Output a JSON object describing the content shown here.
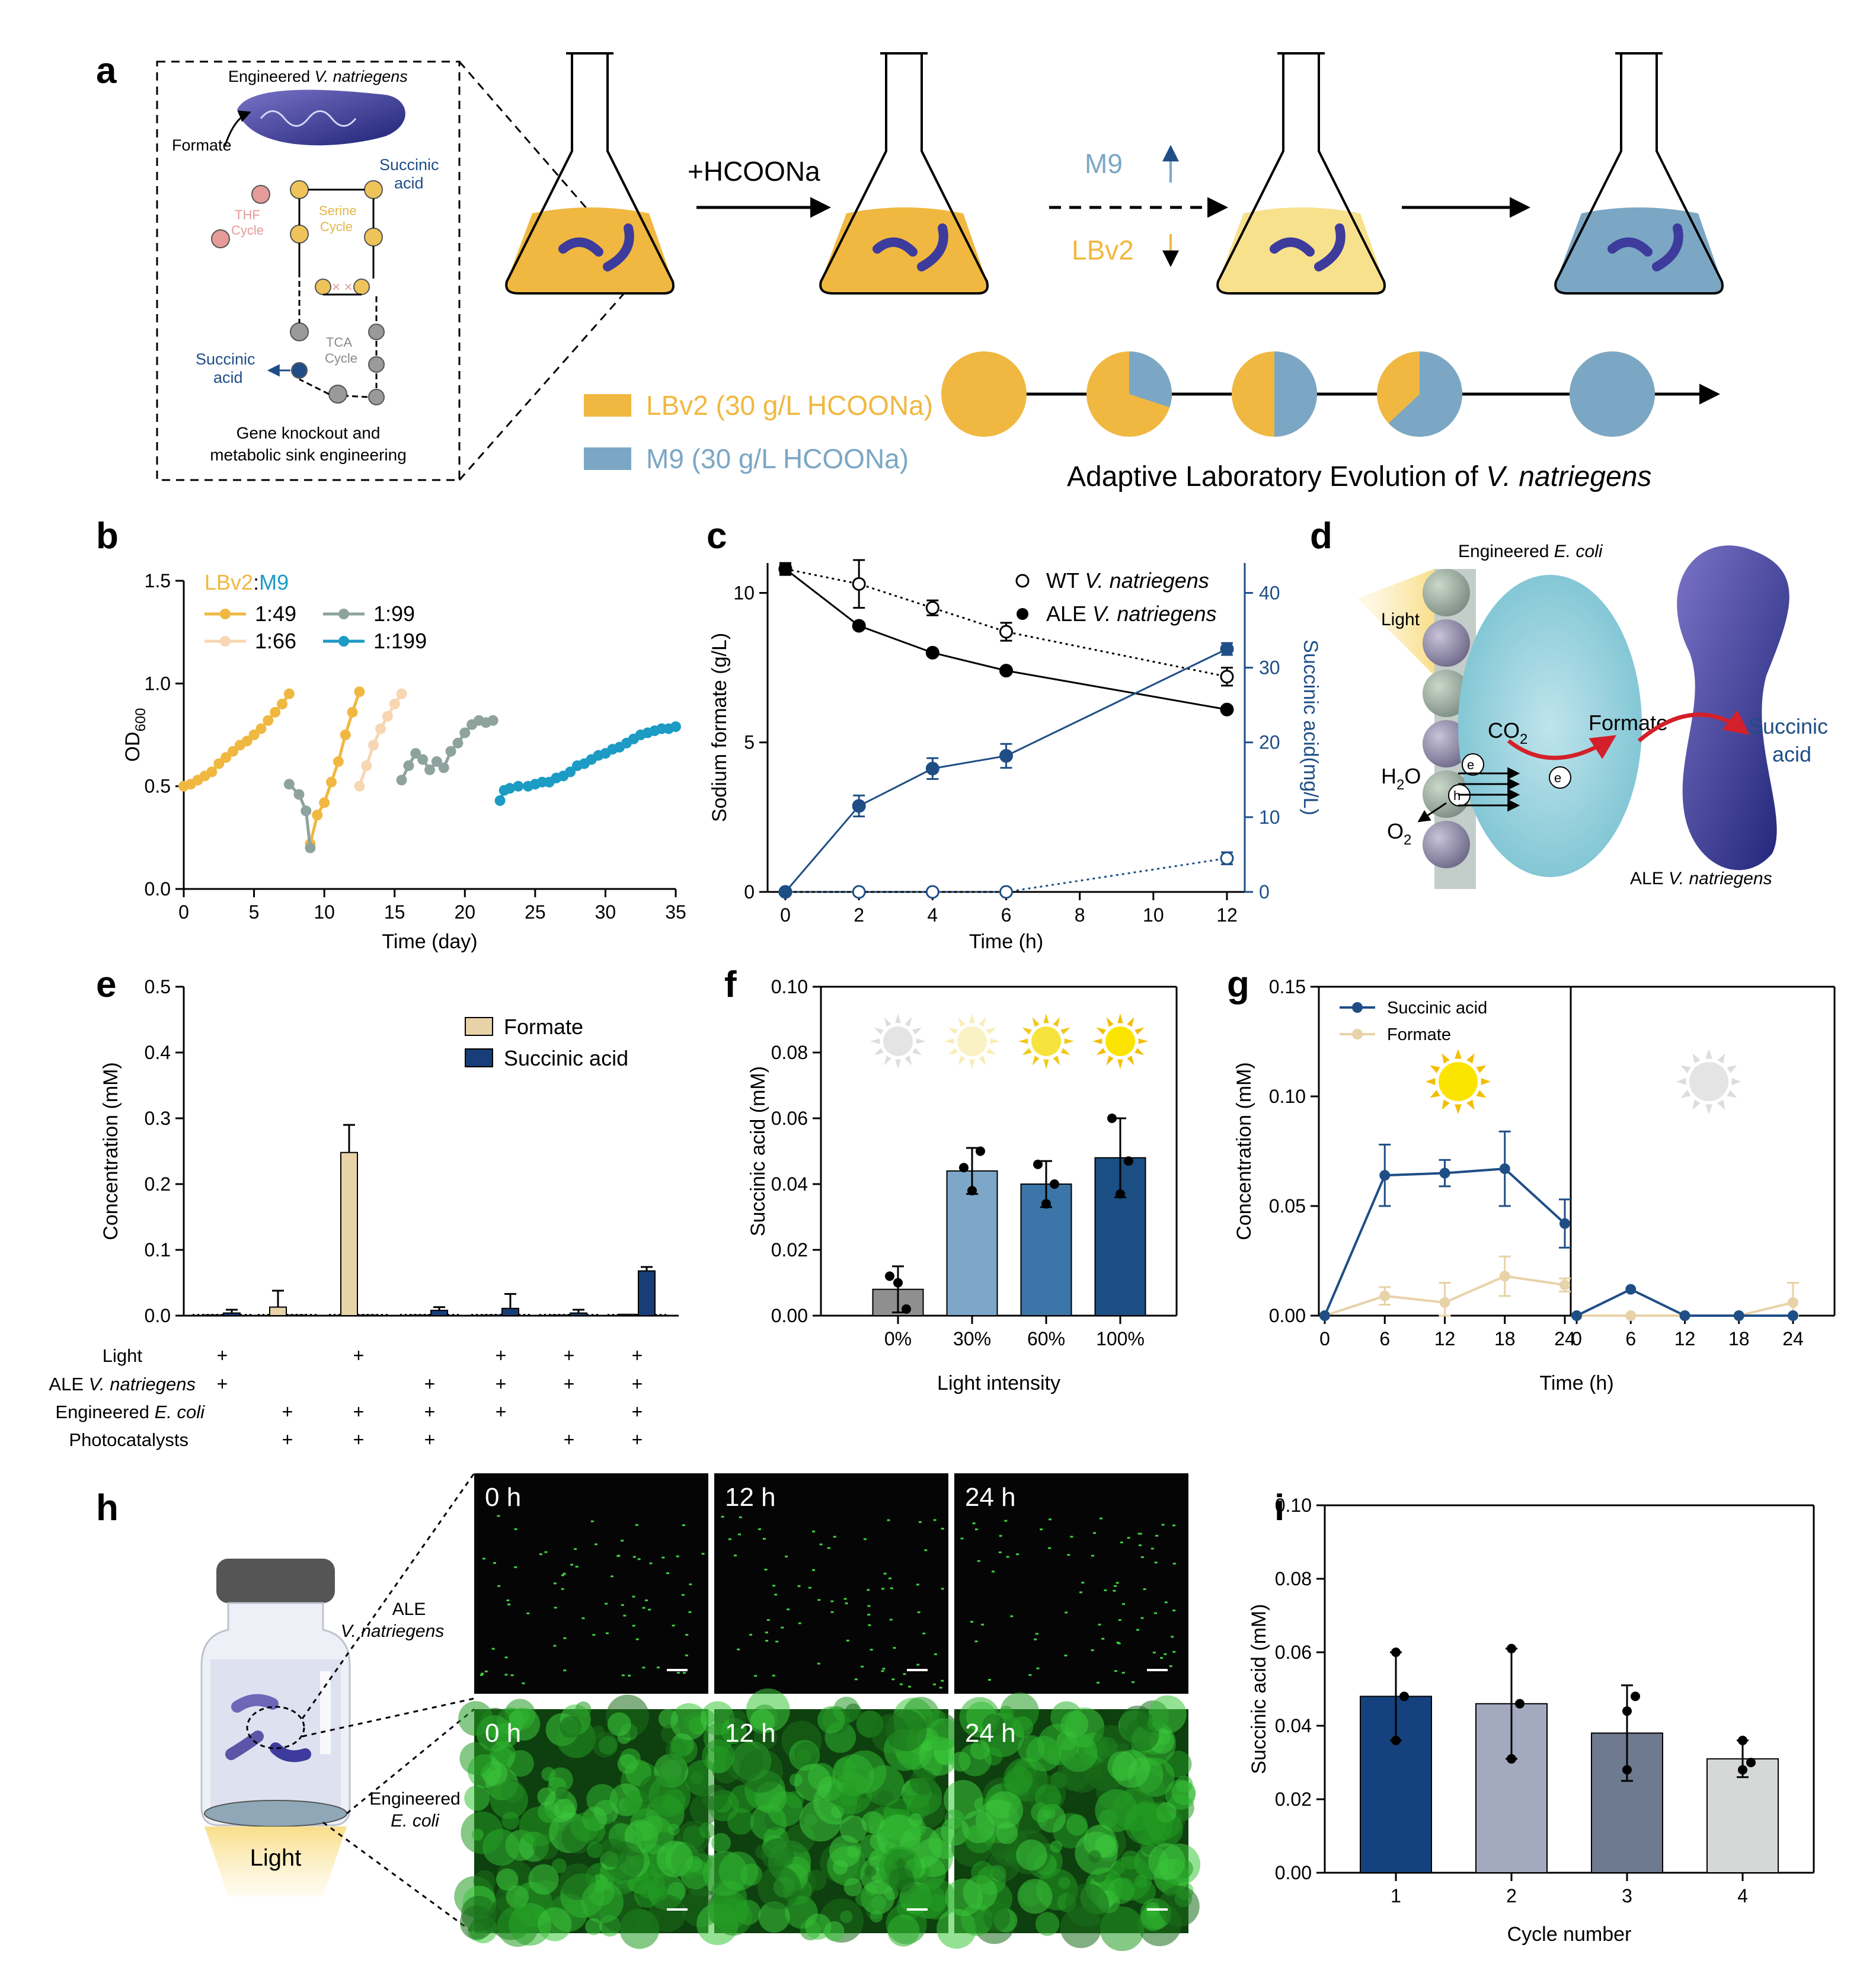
{
  "colors": {
    "lbv2": "#F0B841",
    "m9": "#7BA7C5",
    "gray": "#8FA39E",
    "cyan": "#1C9BC4",
    "pale": "#F7D6B3",
    "navy": "#1F4E86",
    "tan": "#E8D2A8",
    "dark_navy": "#173E78"
  },
  "a": {
    "panel": "a",
    "inset_title_pre": "Engineered",
    "inset_title_it": "V. natriegens",
    "formate": "Formate",
    "succinic1": "Succinic",
    "succinic1b": "acid",
    "thf1": "THF",
    "thf2": "Cycle",
    "serine1": "Serine",
    "serine2": "Cycle",
    "tca1": "TCA",
    "tca2": "Cycle",
    "succinic2": "Succinic",
    "succinic2b": "acid",
    "caption1": "Gene knockout and",
    "caption2": "metabolic sink engineering",
    "hcoona": "+HCOONa",
    "m9": "M9",
    "lbv2": "LBv2",
    "legend_lbv2": "LBv2 (30 g/L HCOONa)",
    "legend_m9": "M9   (30 g/L HCOONa)",
    "ale_title_pre": "Adaptive Laboratory Evolution of ",
    "ale_title_it": "V. natriegens",
    "pie_m9_fraction": [
      0,
      0.3,
      0.5,
      0.63,
      1
    ]
  },
  "b": {
    "panel": "b",
    "legend_title_a": "LBv2",
    ":": ":",
    "legend_title_colon": ":",
    "legend_title_b": "M9",
    "l1": "1:49",
    "l2": "1:99",
    "l3": "1:66",
    "l4": "1:199"
  },
  "c": {
    "panel": "c",
    "legend1_pre": "WT ",
    "legend1_it": "V. natriegens",
    "legend2_pre": "ALE ",
    "legend2_it": "V. natriegens"
  },
  "d": {
    "panel": "d",
    "title_pre": "Engineered ",
    "title_it": "E. coli",
    "light": "Light",
    "co2": "CO",
    "co2_sub": "2",
    "formate": "Formate",
    "succinic1": "Succinic",
    "succinic2": "acid",
    "h2o": "H",
    "h2o_sub": "2",
    "h2o_o": "O",
    "o2": "O",
    "o2_sub": "2",
    "e": "e",
    "h": "h",
    "ale_pre": "ALE ",
    "ale_it": "V. natriegens"
  },
  "e": {
    "panel": "e",
    "row1": "Light",
    "row2_pre": "ALE ",
    "row2_it": "V. natriegens",
    "row3_pre": "Engineered ",
    "row3_it": "E. coli",
    "row4": "Photocatalysts",
    "plus": "+"
  },
  "f": {
    "panel": "f"
  },
  "g": {
    "panel": "g"
  },
  "h": {
    "panel": "h",
    "ale1": "ALE",
    "ale2": "V. natriegens",
    "eng1": "Engineered",
    "eng2": "E. coli",
    "light": "Light",
    "t0": "0 h",
    "t12": "12 h",
    "t24": "24 h"
  },
  "i": {
    "panel": "i"
  },
  "chart_data": [
    {
      "id": "b",
      "type": "line",
      "xlabel": "Time (day)",
      "ylabel": "OD",
      "ylabel_sub": "600",
      "xlim": [
        0,
        35
      ],
      "ylim": [
        0,
        1.5
      ],
      "xticks": [
        "0",
        "5",
        "10",
        "15",
        "20",
        "25",
        "30",
        "35"
      ],
      "yticks": [
        "0.0",
        "0.5",
        "1.0",
        "1.5"
      ],
      "series": [
        {
          "name": "1:49",
          "color": "#F0B841",
          "segments": [
            {
              "x": [
                0,
                0.5,
                1,
                1.5,
                2,
                2.5,
                3,
                3.5,
                4,
                4.5,
                5,
                5.5,
                6,
                6.5,
                7,
                7.5
              ],
              "y": [
                0.5,
                0.51,
                0.53,
                0.55,
                0.57,
                0.61,
                0.64,
                0.67,
                0.7,
                0.72,
                0.75,
                0.78,
                0.82,
                0.86,
                0.9,
                0.95
              ]
            },
            {
              "x": [
                9,
                9.5,
                10,
                10.5,
                11,
                11.5,
                12,
                12.5
              ],
              "y": [
                0.22,
                0.36,
                0.42,
                0.52,
                0.62,
                0.75,
                0.86,
                0.96
              ]
            }
          ]
        },
        {
          "name": "1:99",
          "color": "#8FA39E",
          "segments": [
            {
              "x": [
                7.5,
                8.2,
                8.7,
                9
              ],
              "y": [
                0.51,
                0.46,
                0.38,
                0.2
              ]
            },
            {
              "x": [
                15.5,
                16,
                16.5,
                17,
                17.5,
                18,
                18.5,
                19,
                19.5,
                20,
                20.5,
                21,
                21.5,
                22
              ],
              "y": [
                0.53,
                0.6,
                0.66,
                0.63,
                0.58,
                0.62,
                0.59,
                0.67,
                0.71,
                0.76,
                0.8,
                0.82,
                0.81,
                0.82
              ]
            }
          ]
        },
        {
          "name": "1:66",
          "color": "#F7D6B3",
          "segments": [
            {
              "x": [
                12.5,
                13,
                13.5,
                14,
                14.5,
                15,
                15.5
              ],
              "y": [
                0.5,
                0.6,
                0.7,
                0.78,
                0.84,
                0.9,
                0.95
              ]
            }
          ]
        },
        {
          "name": "1:199",
          "color": "#1C9BC4",
          "segments": [
            {
              "x": [
                22.5,
                22.8,
                23.2,
                23.8,
                24.5,
                25,
                25.5,
                26,
                26.5,
                27,
                27.5,
                28,
                28.5,
                29,
                29.5,
                30,
                30.5,
                31,
                31.5,
                32,
                32.5,
                33,
                33.5,
                34,
                34.5,
                35
              ],
              "y": [
                0.43,
                0.48,
                0.49,
                0.5,
                0.5,
                0.51,
                0.52,
                0.52,
                0.54,
                0.55,
                0.57,
                0.6,
                0.61,
                0.63,
                0.65,
                0.66,
                0.68,
                0.69,
                0.71,
                0.73,
                0.75,
                0.76,
                0.77,
                0.78,
                0.78,
                0.79
              ]
            }
          ]
        }
      ]
    },
    {
      "id": "c",
      "type": "line",
      "xlabel": "Time (h)",
      "ylabel": "Sodium formate (g/L)",
      "ylabel_right": "Succinic acid(mg/L)",
      "xlim": [
        0,
        12
      ],
      "ylim": [
        0,
        11
      ],
      "ylim_right": [
        0,
        44
      ],
      "xticks": [
        "0",
        "2",
        "4",
        "6",
        "8",
        "10",
        "12"
      ],
      "yticks": [
        "0",
        "5",
        "10"
      ],
      "yticks_right": [
        "0",
        "10",
        "20",
        "30",
        "40"
      ],
      "series": [
        {
          "name": "WT V. natriegens",
          "axis": "left",
          "style": "dotted-open",
          "x": [
            0,
            2,
            4,
            6,
            12
          ],
          "y": [
            10.8,
            10.3,
            9.5,
            8.7,
            7.2
          ],
          "err": [
            0.2,
            0.8,
            0.25,
            0.3,
            0.3
          ]
        },
        {
          "name": "ALE V. natriegens",
          "axis": "left",
          "style": "solid-filled",
          "x": [
            0,
            2,
            4,
            6,
            12
          ],
          "y": [
            10.8,
            8.9,
            8.0,
            7.4,
            6.1
          ],
          "err": [
            0.15,
            0.1,
            0.08,
            0.08,
            0.05
          ]
        },
        {
          "name": "WT succinic",
          "axis": "right",
          "style": "dotted-open-blue",
          "x": [
            0,
            2,
            4,
            6,
            12
          ],
          "y": [
            0,
            0,
            0,
            0,
            4.5
          ],
          "err": [
            0,
            0,
            0,
            0,
            0.8
          ]
        },
        {
          "name": "ALE succinic",
          "axis": "right",
          "style": "solid-filled-blue",
          "x": [
            0,
            2,
            4,
            6,
            12
          ],
          "y": [
            0,
            11.5,
            16.5,
            18.2,
            32.5
          ],
          "err": [
            0,
            1.4,
            1.4,
            1.6,
            0.8
          ]
        }
      ]
    },
    {
      "id": "e",
      "type": "bar",
      "ylabel": "Concentration (mM)",
      "ylim": [
        0,
        0.5
      ],
      "yticks": [
        "0.0",
        "0.1",
        "0.2",
        "0.3",
        "0.4",
        "0.5"
      ],
      "legend": [
        "Formate",
        "Succinic acid"
      ],
      "groups": [
        {
          "formate": 0.001,
          "succinic": 0.004,
          "ferr": 0,
          "serr": 0.005,
          "signs": [
            "+",
            "+",
            "",
            ""
          ]
        },
        {
          "formate": 0.013,
          "succinic": 0.0,
          "ferr": 0.025,
          "serr": 0,
          "signs": [
            "",
            "",
            "+",
            "+"
          ]
        },
        {
          "formate": 0.248,
          "succinic": 0.0,
          "ferr": 0.042,
          "serr": 0,
          "signs": [
            "+",
            "",
            "+",
            "+"
          ]
        },
        {
          "formate": 0.0,
          "succinic": 0.008,
          "ferr": 0,
          "serr": 0.005,
          "signs": [
            "",
            "+",
            "+",
            "+"
          ]
        },
        {
          "formate": 0.0,
          "succinic": 0.011,
          "ferr": 0,
          "serr": 0.022,
          "signs": [
            "+",
            "+",
            "+",
            ""
          ]
        },
        {
          "formate": 0.0,
          "succinic": 0.004,
          "ferr": 0,
          "serr": 0.005,
          "signs": [
            "+",
            "+",
            "",
            "+"
          ]
        },
        {
          "formate": 0.002,
          "succinic": 0.068,
          "ferr": 0,
          "serr": 0.006,
          "signs": [
            "+",
            "+",
            "+",
            "+"
          ]
        }
      ]
    },
    {
      "id": "f",
      "type": "bar",
      "xlabel": "Light intensity",
      "ylabel": "Succinic acid (mM)",
      "ylim": [
        0,
        0.1
      ],
      "yticks": [
        "0.00",
        "0.02",
        "0.04",
        "0.06",
        "0.08",
        "0.10"
      ],
      "categories": [
        "0%",
        "30%",
        "60%",
        "100%"
      ],
      "values": [
        0.008,
        0.044,
        0.04,
        0.048
      ],
      "err": [
        0.007,
        0.007,
        0.007,
        0.012
      ],
      "points": [
        [
          0.012,
          0.01,
          0.002
        ],
        [
          0.045,
          0.038,
          0.05
        ],
        [
          0.046,
          0.034,
          0.04
        ],
        [
          0.06,
          0.037,
          0.047
        ]
      ],
      "bar_colors": [
        "#8F8F8F",
        "#7EA6C9",
        "#3C76A8",
        "#1B4F84"
      ]
    },
    {
      "id": "g",
      "type": "line",
      "xlabel": "Time (h)",
      "ylabel": "Concentration (mM)",
      "ylim": [
        0,
        0.15
      ],
      "yticks": [
        "0.00",
        "0.05",
        "0.10",
        "0.15"
      ],
      "xticks_left": [
        "0",
        "6",
        "12",
        "18",
        "24"
      ],
      "xticks_right": [
        "0",
        "6",
        "12",
        "18",
        "24"
      ],
      "legend": [
        "Succinic acid",
        "Formate"
      ],
      "left": {
        "succinic": {
          "x": [
            0,
            6,
            12,
            18,
            24
          ],
          "y": [
            0,
            0.064,
            0.065,
            0.067,
            0.042
          ],
          "err": [
            0,
            0.014,
            0.006,
            0.017,
            0.011
          ]
        },
        "formate": {
          "x": [
            0,
            6,
            12,
            18,
            24
          ],
          "y": [
            0,
            0.009,
            0.006,
            0.018,
            0.014
          ],
          "err": [
            0,
            0.004,
            0.009,
            0.009,
            0.003
          ]
        }
      },
      "right": {
        "succinic": {
          "x": [
            0,
            6,
            12,
            18,
            24
          ],
          "y": [
            0,
            0.012,
            0,
            0,
            0
          ],
          "err": [
            0,
            0,
            0,
            0,
            0
          ]
        },
        "formate": {
          "x": [
            0,
            6,
            12,
            18,
            24
          ],
          "y": [
            0,
            0,
            0,
            0,
            0.006
          ],
          "err": [
            0,
            0,
            0,
            0,
            0.009
          ]
        }
      }
    },
    {
      "id": "i",
      "type": "bar",
      "xlabel": "Cycle number",
      "ylabel": "Succinic acid (mM)",
      "ylim": [
        0,
        0.1
      ],
      "yticks": [
        "0.00",
        "0.02",
        "0.04",
        "0.06",
        "0.08",
        "0.10"
      ],
      "categories": [
        "1",
        "2",
        "3",
        "4"
      ],
      "values": [
        0.048,
        0.046,
        0.038,
        0.031
      ],
      "err": [
        0.012,
        0.015,
        0.013,
        0.005
      ],
      "points": [
        [
          0.06,
          0.048,
          0.036
        ],
        [
          0.061,
          0.046,
          0.031
        ],
        [
          0.044,
          0.048,
          0.028
        ],
        [
          0.036,
          0.03,
          0.028
        ]
      ],
      "bar_colors": [
        "#15427E",
        "#A3AABF",
        "#6E7A8F",
        "#D6D8D8"
      ]
    }
  ]
}
